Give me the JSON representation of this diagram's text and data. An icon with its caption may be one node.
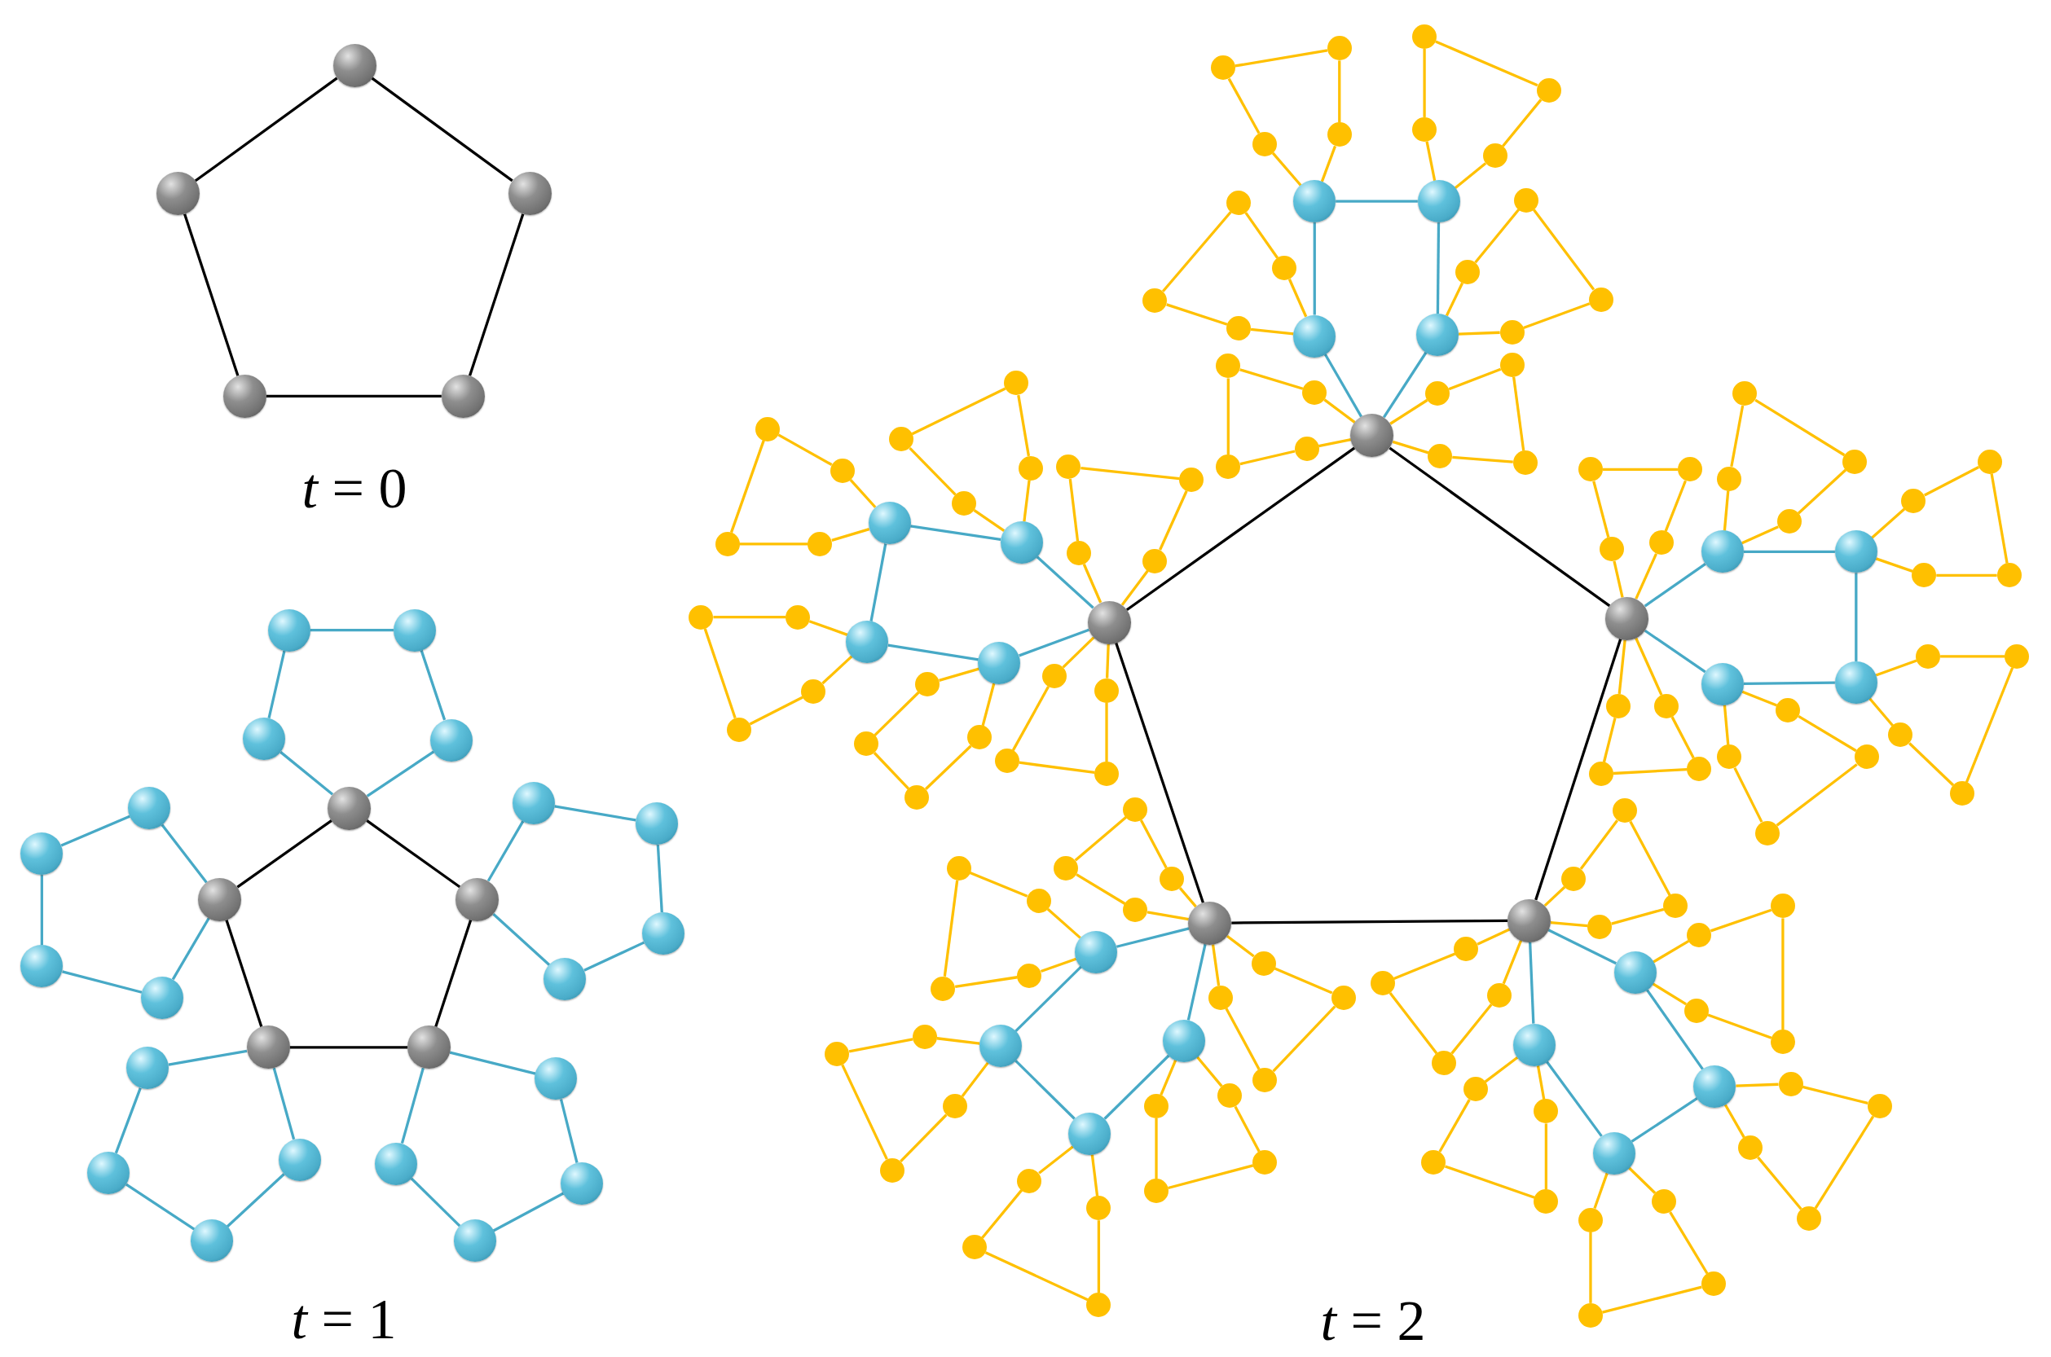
{
  "diagram": {
    "nodes": [
      {
        "text": [],
        "shape": "circle"
      },
      {
        "text": [],
        "shape": "circle"
      },
      {
        "text": [],
        "shape": "circle"
      },
      {
        "text": [],
        "shape": "circle"
      },
      {
        "text": [],
        "shape": "circle"
      },
      {
        "text": [],
        "shape": "circle"
      },
      {
        "text": [],
        "shape": "circle"
      },
      {
        "text": [],
        "shape": "circle"
      },
      {
        "text": [],
        "shape": "circle"
      },
      {
        "text": [],
        "shape": "circle"
      },
      {
        "text": [],
        "shape": "circle"
      },
      {
        "text": [],
        "shape": "circle"
      },
      {
        "text": [],
        "shape": "circle"
      },
      {
        "text": [],
        "shape": "circle"
      },
      {
        "text": [],
        "shape": "circle"
      },
      {
        "text": [],
        "shape": "circle"
      },
      {
        "text": [],
        "shape": "circle"
      },
      {
        "text": [],
        "shape": "circle"
      },
      {
        "text": [],
        "shape": "circle"
      },
      {
        "text": [],
        "shape": "circle"
      },
      {
        "text": [],
        "shape": "circle"
      },
      {
        "text": [],
        "shape": "circle"
      },
      {
        "text": [],
        "shape": "circle"
      },
      {
        "text": [],
        "shape": "circle"
      },
      {
        "text": [],
        "shape": "circle"
      },
      {
        "text": [],
        "shape": "circle"
      },
      {
        "text": [],
        "shape": "circle"
      },
      {
        "text": [],
        "shape": "circle"
      },
      {
        "text": [],
        "shape": "circle"
      },
      {
        "text": [],
        "shape": "circle"
      },
      {
        "text": [],
        "shape": "circle"
      },
      {
        "text": [],
        "shape": "circle"
      },
      {
        "text": [],
        "shape": "circle"
      },
      {
        "text": [],
        "shape": "circle"
      },
      {
        "text": [],
        "shape": "circle"
      },
      {
        "text": [],
        "shape": "circle"
      },
      {
        "text": [],
        "shape": "circle"
      },
      {
        "text": [],
        "shape": "circle"
      },
      {
        "text": [],
        "shape": "circle"
      },
      {
        "text": [],
        "shape": "circle"
      },
      {
        "text": [],
        "shape": "circle"
      },
      {
        "text": [],
        "shape": "circle"
      },
      {
        "text": [],
        "shape": "circle"
      },
      {
        "text": [],
        "shape": "circle"
      },
      {
        "text": [],
        "shape": "circle"
      },
      {
        "text": [],
        "shape": "circle"
      },
      {
        "text": [],
        "shape": "circle"
      },
      {
        "text": [],
        "shape": "circle"
      },
      {
        "text": [],
        "shape": "circle"
      },
      {
        "text": [],
        "shape": "circle"
      },
      {
        "text": [],
        "shape": "circle"
      },
      {
        "text": [],
        "shape": "circle"
      },
      {
        "text": [],
        "shape": "circle"
      },
      {
        "text": [],
        "shape": "circle"
      },
      {
        "text": [],
        "shape": "circle"
      },
      {
        "text": [],
        "shape": "circle"
      },
      {
        "text": [],
        "shape": "circle"
      },
      {
        "text": [],
        "shape": "circle"
      },
      {
        "text": [],
        "shape": "circle"
      },
      {
        "text": [],
        "shape": "circle"
      },
      {
        "text": [],
        "shape": "circle"
      },
      {
        "text": [],
        "shape": "circle"
      },
      {
        "text": [],
        "shape": "circle"
      },
      {
        "text": [],
        "shape": "circle"
      },
      {
        "text": [],
        "shape": "circle"
      },
      {
        "text": [],
        "shape": "circle"
      },
      {
        "text": [],
        "shape": "circle"
      },
      {
        "text": [],
        "shape": "circle"
      },
      {
        "text": [],
        "shape": "circle"
      },
      {
        "text": [],
        "shape": "circle"
      },
      {
        "text": [],
        "shape": "circle"
      },
      {
        "text": [],
        "shape": "circle"
      },
      {
        "text": [],
        "shape": "circle"
      },
      {
        "text": [],
        "shape": "circle"
      },
      {
        "text": [],
        "shape": "circle"
      },
      {
        "text": [],
        "shape": "circle"
      },
      {
        "text": [],
        "shape": "circle"
      },
      {
        "text": [],
        "shape": "circle"
      },
      {
        "text": [],
        "shape": "circle"
      },
      {
        "text": [],
        "shape": "circle"
      },
      {
        "text": [],
        "shape": "circle"
      },
      {
        "text": [],
        "shape": "circle"
      },
      {
        "text": [],
        "shape": "circle"
      },
      {
        "text": [],
        "shape": "circle"
      },
      {
        "text": [],
        "shape": "circle"
      },
      {
        "text": [],
        "shape": "circle"
      },
      {
        "text": [],
        "shape": "circle"
      },
      {
        "text": [],
        "shape": "circle"
      },
      {
        "text": [],
        "shape": "circle"
      },
      {
        "text": [],
        "shape": "circle"
      },
      {
        "text": [],
        "shape": "circle"
      },
      {
        "text": [],
        "shape": "circle"
      },
      {
        "text": [],
        "shape": "circle"
      },
      {
        "text": [],
        "shape": "circle"
      },
      {
        "text": [],
        "shape": "circle"
      },
      {
        "text": [],
        "shape": "circle"
      },
      {
        "text": [],
        "shape": "circle"
      },
      {
        "text": [],
        "shape": "circle"
      },
      {
        "text": [],
        "shape": "circle"
      },
      {
        "text": [],
        "shape": "circle"
      },
      {
        "text": [],
        "shape": "circle"
      },
      {
        "text": [],
        "shape": "circle"
      },
      {
        "text": [],
        "shape": "circle"
      },
      {
        "text": [],
        "shape": "circle"
      },
      {
        "text": [],
        "shape": "circle"
      },
      {
        "text": [],
        "shape": "circle"
      },
      {
        "text": [],
        "shape": "circle"
      },
      {
        "text": [],
        "shape": "circle"
      },
      {
        "text": [],
        "shape": "circle"
      },
      {
        "text": [],
        "shape": "circle"
      },
      {
        "text": [],
        "shape": "circle"
      },
      {
        "text": [],
        "shape": "circle"
      },
      {
        "text": [],
        "shape": "circle"
      },
      {
        "text": [],
        "shape": "circle"
      },
      {
        "text": [],
        "shape": "circle"
      },
      {
        "text": [],
        "shape": "circle"
      },
      {
        "text": [],
        "shape": "circle"
      },
      {
        "text": [],
        "shape": "circle"
      },
      {
        "text": [],
        "shape": "circle"
      },
      {
        "text": [],
        "shape": "circle"
      },
      {
        "text": [],
        "shape": "circle"
      },
      {
        "text": [],
        "shape": "circle"
      },
      {
        "text": [],
        "shape": "circle"
      },
      {
        "text": [],
        "shape": "circle"
      },
      {
        "text": [],
        "shape": "circle"
      },
      {
        "text": [],
        "shape": "circle"
      },
      {
        "text": [],
        "shape": "circle"
      },
      {
        "text": [],
        "shape": "circle"
      },
      {
        "text": [],
        "shape": "circle"
      },
      {
        "text": [],
        "shape": "circle"
      },
      {
        "text": [],
        "shape": "circle"
      },
      {
        "text": [],
        "shape": "circle"
      },
      {
        "text": [],
        "shape": "circle"
      },
      {
        "text": [],
        "shape": "circle"
      },
      {
        "text": [],
        "shape": "circle"
      },
      {
        "text": [],
        "shape": "circle"
      },
      {
        "text": [],
        "shape": "circle"
      },
      {
        "text": [],
        "shape": "circle"
      },
      {
        "text": [],
        "shape": "circle"
      },
      {
        "text": [],
        "shape": "circle"
      },
      {
        "text": [],
        "shape": "circle"
      },
      {
        "text": [],
        "shape": "circle"
      },
      {
        "text": [],
        "shape": "circle"
      },
      {
        "text": [],
        "shape": "circle"
      },
      {
        "text": [],
        "shape": "circle"
      },
      {
        "text": [],
        "shape": "circle"
      },
      {
        "text": [],
        "shape": "circle"
      },
      {
        "text": [],
        "shape": "circle"
      },
      {
        "text": [],
        "shape": "circle"
      },
      {
        "text": [],
        "shape": "circle"
      },
      {
        "text": [],
        "shape": "circle"
      },
      {
        "text": [],
        "shape": "circle"
      },
      {
        "text": [],
        "shape": "circle"
      },
      {
        "text": [],
        "shape": "circle"
      },
      {
        "text": [],
        "shape": "circle"
      },
      {
        "text": [],
        "shape": "circle"
      },
      {
        "text": [],
        "shape": "circle"
      },
      {
        "text": [],
        "shape": "circle"
      },
      {
        "text": [],
        "shape": "circle"
      },
      {
        "text": [],
        "shape": "circle"
      },
      {
        "text": [],
        "shape": "circle"
      },
      {
        "text": [],
        "shape": "circle"
      },
      {
        "text": [],
        "shape": "circle"
      },
      {
        "text": [],
        "shape": "circle"
      },
      {
        "text": [],
        "shape": "circle"
      },
      {
        "text": [],
        "shape": "circle"
      },
      {
        "text": [],
        "shape": "circle"
      },
      {
        "text": [],
        "shape": "circle"
      },
      {
        "text": [],
        "shape": "circle"
      },
      {
        "text": [],
        "shape": "circle"
      },
      {
        "text": [],
        "shape": "circle"
      },
      {
        "text": [],
        "shape": "circle"
      },
      {
        "text": [],
        "shape": "circle"
      },
      {
        "text": [],
        "shape": "circle"
      },
      {
        "text": [],
        "shape": "circle"
      }
    ],
    "edges": [
      {
        "from": 0,
        "to": 1,
        "arrow": "none",
        "color": "#000000"
      },
      {
        "from": 1,
        "to": 2,
        "arrow": "none",
        "color": "#000000"
      },
      {
        "from": 2,
        "to": 3,
        "arrow": "none",
        "color": "#000000"
      },
      {
        "from": 3,
        "to": 4,
        "arrow": "none",
        "color": "#000000"
      },
      {
        "from": 4,
        "to": 0,
        "arrow": "none",
        "color": "#000000"
      },
      {
        "from": 5,
        "to": 6,
        "arrow": "none",
        "color": "#000000"
      },
      {
        "from": 6,
        "to": 7,
        "arrow": "none",
        "color": "#000000"
      },
      {
        "from": 7,
        "to": 8,
        "arrow": "none",
        "color": "#000000"
      },
      {
        "from": 8,
        "to": 9,
        "arrow": "none",
        "color": "#000000"
      },
      {
        "from": 9,
        "to": 5,
        "arrow": "none",
        "color": "#000000"
      },
      {
        "from": 5,
        "to": 10,
        "arrow": "none",
        "color": "#47a9c6"
      },
      {
        "from": 10,
        "to": 11,
        "arrow": "none",
        "color": "#47a9c6"
      },
      {
        "from": 11,
        "to": 12,
        "arrow": "none",
        "color": "#47a9c6"
      },
      {
        "from": 12,
        "to": 13,
        "arrow": "none",
        "color": "#47a9c6"
      },
      {
        "from": 13,
        "to": 5,
        "arrow": "none",
        "color": "#47a9c6"
      },
      {
        "from": 6,
        "to": 14,
        "arrow": "none",
        "color": "#47a9c6"
      },
      {
        "from": 14,
        "to": 15,
        "arrow": "none",
        "color": "#47a9c6"
      },
      {
        "from": 15,
        "to": 16,
        "arrow": "none",
        "color": "#47a9c6"
      },
      {
        "from": 16,
        "to": 17,
        "arrow": "none",
        "color": "#47a9c6"
      },
      {
        "from": 17,
        "to": 6,
        "arrow": "none",
        "color": "#47a9c6"
      },
      {
        "from": 7,
        "to": 18,
        "arrow": "none",
        "color": "#47a9c6"
      },
      {
        "from": 18,
        "to": 19,
        "arrow": "none",
        "color": "#47a9c6"
      },
      {
        "from": 19,
        "to": 20,
        "arrow": "none",
        "color": "#47a9c6"
      },
      {
        "from": 20,
        "to": 21,
        "arrow": "none",
        "color": "#47a9c6"
      },
      {
        "from": 21,
        "to": 7,
        "arrow": "none",
        "color": "#47a9c6"
      },
      {
        "from": 8,
        "to": 22,
        "arrow": "none",
        "color": "#47a9c6"
      },
      {
        "from": 22,
        "to": 23,
        "arrow": "none",
        "color": "#47a9c6"
      },
      {
        "from": 23,
        "to": 24,
        "arrow": "none",
        "color": "#47a9c6"
      },
      {
        "from": 24,
        "to": 25,
        "arrow": "none",
        "color": "#47a9c6"
      },
      {
        "from": 25,
        "to": 8,
        "arrow": "none",
        "color": "#47a9c6"
      },
      {
        "from": 9,
        "to": 26,
        "arrow": "none",
        "color": "#47a9c6"
      },
      {
        "from": 26,
        "to": 27,
        "arrow": "none",
        "color": "#47a9c6"
      },
      {
        "from": 27,
        "to": 28,
        "arrow": "none",
        "color": "#47a9c6"
      },
      {
        "from": 28,
        "to": 29,
        "arrow": "none",
        "color": "#47a9c6"
      },
      {
        "from": 29,
        "to": 9,
        "arrow": "none",
        "color": "#47a9c6"
      },
      {
        "from": 30,
        "to": 31,
        "arrow": "none",
        "color": "#000000"
      },
      {
        "from": 31,
        "to": 32,
        "arrow": "none",
        "color": "#000000"
      },
      {
        "from": 32,
        "to": 33,
        "arrow": "none",
        "color": "#000000"
      },
      {
        "from": 33,
        "to": 34,
        "arrow": "none",
        "color": "#000000"
      },
      {
        "from": 34,
        "to": 30,
        "arrow": "none",
        "color": "#000000"
      },
      {
        "from": 30,
        "to": 35,
        "arrow": "none",
        "color": "#47a9c6"
      },
      {
        "from": 35,
        "to": 36,
        "arrow": "none",
        "color": "#47a9c6"
      },
      {
        "from": 36,
        "to": 37,
        "arrow": "none",
        "color": "#47a9c6"
      },
      {
        "from": 37,
        "to": 38,
        "arrow": "none",
        "color": "#47a9c6"
      },
      {
        "from": 38,
        "to": 30,
        "arrow": "none",
        "color": "#47a9c6"
      },
      {
        "from": 31,
        "to": 39,
        "arrow": "none",
        "color": "#47a9c6"
      },
      {
        "from": 39,
        "to": 40,
        "arrow": "none",
        "color": "#47a9c6"
      },
      {
        "from": 40,
        "to": 41,
        "arrow": "none",
        "color": "#47a9c6"
      },
      {
        "from": 41,
        "to": 42,
        "arrow": "none",
        "color": "#47a9c6"
      },
      {
        "from": 42,
        "to": 31,
        "arrow": "none",
        "color": "#47a9c6"
      },
      {
        "from": 32,
        "to": 43,
        "arrow": "none",
        "color": "#47a9c6"
      },
      {
        "from": 43,
        "to": 44,
        "arrow": "none",
        "color": "#47a9c6"
      },
      {
        "from": 44,
        "to": 45,
        "arrow": "none",
        "color": "#47a9c6"
      },
      {
        "from": 45,
        "to": 46,
        "arrow": "none",
        "color": "#47a9c6"
      },
      {
        "from": 46,
        "to": 32,
        "arrow": "none",
        "color": "#47a9c6"
      },
      {
        "from": 33,
        "to": 47,
        "arrow": "none",
        "color": "#47a9c6"
      },
      {
        "from": 47,
        "to": 48,
        "arrow": "none",
        "color": "#47a9c6"
      },
      {
        "from": 48,
        "to": 49,
        "arrow": "none",
        "color": "#47a9c6"
      },
      {
        "from": 49,
        "to": 50,
        "arrow": "none",
        "color": "#47a9c6"
      },
      {
        "from": 50,
        "to": 33,
        "arrow": "none",
        "color": "#47a9c6"
      },
      {
        "from": 34,
        "to": 51,
        "arrow": "none",
        "color": "#47a9c6"
      },
      {
        "from": 51,
        "to": 52,
        "arrow": "none",
        "color": "#47a9c6"
      },
      {
        "from": 52,
        "to": 53,
        "arrow": "none",
        "color": "#47a9c6"
      },
      {
        "from": 53,
        "to": 54,
        "arrow": "none",
        "color": "#47a9c6"
      },
      {
        "from": 54,
        "to": 34,
        "arrow": "none",
        "color": "#47a9c6"
      },
      {
        "from": 30,
        "to": 55,
        "arrow": "none"
      },
      {
        "from": 55,
        "to": 56,
        "arrow": "none"
      },
      {
        "from": 56,
        "to": 57,
        "arrow": "none"
      },
      {
        "from": 57,
        "to": 58,
        "arrow": "none"
      },
      {
        "from": 58,
        "to": 30,
        "arrow": "none"
      },
      {
        "from": 30,
        "to": 59,
        "arrow": "none"
      },
      {
        "from": 59,
        "to": 60,
        "arrow": "none"
      },
      {
        "from": 60,
        "to": 61,
        "arrow": "none"
      },
      {
        "from": 61,
        "to": 62,
        "arrow": "none"
      },
      {
        "from": 62,
        "to": 30,
        "arrow": "none"
      },
      {
        "from": 31,
        "to": 63,
        "arrow": "none"
      },
      {
        "from": 63,
        "to": 64,
        "arrow": "none"
      },
      {
        "from": 64,
        "to": 65,
        "arrow": "none"
      },
      {
        "from": 65,
        "to": 66,
        "arrow": "none"
      },
      {
        "from": 66,
        "to": 31,
        "arrow": "none"
      },
      {
        "from": 31,
        "to": 67,
        "arrow": "none"
      },
      {
        "from": 67,
        "to": 68,
        "arrow": "none"
      },
      {
        "from": 68,
        "to": 69,
        "arrow": "none"
      },
      {
        "from": 69,
        "to": 70,
        "arrow": "none"
      },
      {
        "from": 70,
        "to": 31,
        "arrow": "none"
      },
      {
        "from": 32,
        "to": 71,
        "arrow": "none"
      },
      {
        "from": 71,
        "to": 72,
        "arrow": "none"
      },
      {
        "from": 72,
        "to": 73,
        "arrow": "none"
      },
      {
        "from": 73,
        "to": 74,
        "arrow": "none"
      },
      {
        "from": 74,
        "to": 32,
        "arrow": "none"
      },
      {
        "from": 32,
        "to": 75,
        "arrow": "none"
      },
      {
        "from": 75,
        "to": 76,
        "arrow": "none"
      },
      {
        "from": 76,
        "to": 77,
        "arrow": "none"
      },
      {
        "from": 77,
        "to": 78,
        "arrow": "none"
      },
      {
        "from": 78,
        "to": 32,
        "arrow": "none"
      },
      {
        "from": 33,
        "to": 79,
        "arrow": "none"
      },
      {
        "from": 79,
        "to": 80,
        "arrow": "none"
      },
      {
        "from": 80,
        "to": 81,
        "arrow": "none"
      },
      {
        "from": 81,
        "to": 82,
        "arrow": "none"
      },
      {
        "from": 82,
        "to": 33,
        "arrow": "none"
      },
      {
        "from": 33,
        "to": 83,
        "arrow": "none"
      },
      {
        "from": 83,
        "to": 84,
        "arrow": "none"
      },
      {
        "from": 84,
        "to": 85,
        "arrow": "none"
      },
      {
        "from": 85,
        "to": 86,
        "arrow": "none"
      },
      {
        "from": 86,
        "to": 33,
        "arrow": "none"
      },
      {
        "from": 34,
        "to": 87,
        "arrow": "none"
      },
      {
        "from": 87,
        "to": 88,
        "arrow": "none"
      },
      {
        "from": 88,
        "to": 89,
        "arrow": "none"
      },
      {
        "from": 89,
        "to": 90,
        "arrow": "none"
      },
      {
        "from": 90,
        "to": 34,
        "arrow": "none"
      },
      {
        "from": 34,
        "to": 91,
        "arrow": "none"
      },
      {
        "from": 91,
        "to": 92,
        "arrow": "none"
      },
      {
        "from": 92,
        "to": 93,
        "arrow": "none"
      },
      {
        "from": 93,
        "to": 94,
        "arrow": "none"
      },
      {
        "from": 94,
        "to": 34,
        "arrow": "none"
      },
      {
        "from": 35,
        "to": 95,
        "arrow": "none"
      },
      {
        "from": 95,
        "to": 96,
        "arrow": "none"
      },
      {
        "from": 96,
        "to": 97,
        "arrow": "none"
      },
      {
        "from": 97,
        "to": 98,
        "arrow": "none"
      },
      {
        "from": 98,
        "to": 35,
        "arrow": "none"
      },
      {
        "from": 36,
        "to": 99,
        "arrow": "none"
      },
      {
        "from": 99,
        "to": 100,
        "arrow": "none"
      },
      {
        "from": 100,
        "to": 101,
        "arrow": "none"
      },
      {
        "from": 101,
        "to": 102,
        "arrow": "none"
      },
      {
        "from": 102,
        "to": 36,
        "arrow": "none"
      },
      {
        "from": 37,
        "to": 103,
        "arrow": "none"
      },
      {
        "from": 103,
        "to": 104,
        "arrow": "none"
      },
      {
        "from": 104,
        "to": 105,
        "arrow": "none"
      },
      {
        "from": 105,
        "to": 106,
        "arrow": "none"
      },
      {
        "from": 106,
        "to": 37,
        "arrow": "none"
      },
      {
        "from": 38,
        "to": 107,
        "arrow": "none"
      },
      {
        "from": 107,
        "to": 108,
        "arrow": "none"
      },
      {
        "from": 108,
        "to": 109,
        "arrow": "none"
      },
      {
        "from": 109,
        "to": 110,
        "arrow": "none"
      },
      {
        "from": 110,
        "to": 38,
        "arrow": "none"
      },
      {
        "from": 39,
        "to": 111,
        "arrow": "none"
      },
      {
        "from": 111,
        "to": 112,
        "arrow": "none"
      },
      {
        "from": 112,
        "to": 113,
        "arrow": "none"
      },
      {
        "from": 113,
        "to": 114,
        "arrow": "none"
      },
      {
        "from": 114,
        "to": 39,
        "arrow": "none"
      },
      {
        "from": 40,
        "to": 115,
        "arrow": "none"
      },
      {
        "from": 115,
        "to": 116,
        "arrow": "none"
      },
      {
        "from": 116,
        "to": 117,
        "arrow": "none"
      },
      {
        "from": 117,
        "to": 118,
        "arrow": "none"
      },
      {
        "from": 118,
        "to": 40,
        "arrow": "none"
      },
      {
        "from": 41,
        "to": 119,
        "arrow": "none"
      },
      {
        "from": 119,
        "to": 120,
        "arrow": "none"
      },
      {
        "from": 120,
        "to": 121,
        "arrow": "none"
      },
      {
        "from": 121,
        "to": 122,
        "arrow": "none"
      },
      {
        "from": 122,
        "to": 41,
        "arrow": "none"
      },
      {
        "from": 42,
        "to": 123,
        "arrow": "none"
      },
      {
        "from": 123,
        "to": 124,
        "arrow": "none"
      },
      {
        "from": 124,
        "to": 125,
        "arrow": "none"
      },
      {
        "from": 125,
        "to": 126,
        "arrow": "none"
      },
      {
        "from": 126,
        "to": 42,
        "arrow": "none"
      },
      {
        "from": 43,
        "to": 127,
        "arrow": "none"
      },
      {
        "from": 127,
        "to": 128,
        "arrow": "none"
      },
      {
        "from": 128,
        "to": 129,
        "arrow": "none"
      },
      {
        "from": 129,
        "to": 130,
        "arrow": "none"
      },
      {
        "from": 130,
        "to": 43,
        "arrow": "none"
      },
      {
        "from": 44,
        "to": 131,
        "arrow": "none"
      },
      {
        "from": 131,
        "to": 132,
        "arrow": "none"
      },
      {
        "from": 132,
        "to": 133,
        "arrow": "none"
      },
      {
        "from": 133,
        "to": 134,
        "arrow": "none"
      },
      {
        "from": 134,
        "to": 44,
        "arrow": "none"
      },
      {
        "from": 45,
        "to": 135,
        "arrow": "none"
      },
      {
        "from": 135,
        "to": 136,
        "arrow": "none"
      },
      {
        "from": 136,
        "to": 137,
        "arrow": "none"
      },
      {
        "from": 137,
        "to": 138,
        "arrow": "none"
      },
      {
        "from": 138,
        "to": 45,
        "arrow": "none"
      },
      {
        "from": 46,
        "to": 139,
        "arrow": "none"
      },
      {
        "from": 139,
        "to": 140,
        "arrow": "none"
      },
      {
        "from": 140,
        "to": 141,
        "arrow": "none"
      },
      {
        "from": 141,
        "to": 142,
        "arrow": "none"
      },
      {
        "from": 142,
        "to": 46,
        "arrow": "none"
      },
      {
        "from": 47,
        "to": 143,
        "arrow": "none"
      },
      {
        "from": 143,
        "to": 144,
        "arrow": "none"
      },
      {
        "from": 144,
        "to": 145,
        "arrow": "none"
      },
      {
        "from": 145,
        "to": 146,
        "arrow": "none"
      },
      {
        "from": 146,
        "to": 47,
        "arrow": "none"
      },
      {
        "from": 48,
        "to": 147,
        "arrow": "none"
      },
      {
        "from": 147,
        "to": 148,
        "arrow": "none"
      },
      {
        "from": 148,
        "to": 149,
        "arrow": "none"
      },
      {
        "from": 149,
        "to": 150,
        "arrow": "none"
      },
      {
        "from": 150,
        "to": 48,
        "arrow": "none"
      },
      {
        "from": 49,
        "to": 151,
        "arrow": "none"
      },
      {
        "from": 151,
        "to": 152,
        "arrow": "none"
      },
      {
        "from": 152,
        "to": 153,
        "arrow": "none"
      },
      {
        "from": 153,
        "to": 154,
        "arrow": "none"
      },
      {
        "from": 154,
        "to": 49,
        "arrow": "none"
      },
      {
        "from": 50,
        "to": 155,
        "arrow": "none"
      },
      {
        "from": 155,
        "to": 156,
        "arrow": "none"
      },
      {
        "from": 156,
        "to": 157,
        "arrow": "none"
      },
      {
        "from": 157,
        "to": 158,
        "arrow": "none"
      },
      {
        "from": 158,
        "to": 50,
        "arrow": "none"
      },
      {
        "from": 51,
        "to": 159,
        "arrow": "none"
      },
      {
        "from": 159,
        "to": 160,
        "arrow": "none"
      },
      {
        "from": 160,
        "to": 161,
        "arrow": "none"
      },
      {
        "from": 161,
        "to": 162,
        "arrow": "none"
      },
      {
        "from": 162,
        "to": 51,
        "arrow": "none"
      },
      {
        "from": 52,
        "to": 163,
        "arrow": "none"
      },
      {
        "from": 163,
        "to": 164,
        "arrow": "none"
      },
      {
        "from": 164,
        "to": 165,
        "arrow": "none"
      },
      {
        "from": 165,
        "to": 166,
        "arrow": "none"
      },
      {
        "from": 166,
        "to": 52,
        "arrow": "none"
      },
      {
        "from": 53,
        "to": 167,
        "arrow": "none"
      },
      {
        "from": 167,
        "to": 168,
        "arrow": "none"
      },
      {
        "from": 168,
        "to": 169,
        "arrow": "none"
      },
      {
        "from": 169,
        "to": 170,
        "arrow": "none"
      },
      {
        "from": 170,
        "to": 53,
        "arrow": "none"
      },
      {
        "from": 54,
        "to": 171,
        "arrow": "none"
      },
      {
        "from": 171,
        "to": 172,
        "arrow": "none"
      },
      {
        "from": 172,
        "to": 173,
        "arrow": "none"
      },
      {
        "from": 173,
        "to": 174,
        "arrow": "none"
      },
      {
        "from": 174,
        "to": 54,
        "arrow": "none"
      }
    ],
    "labels": [
      "*t* = 0",
      "*t* = 1",
      "*t* = 2"
    ]
  }
}
